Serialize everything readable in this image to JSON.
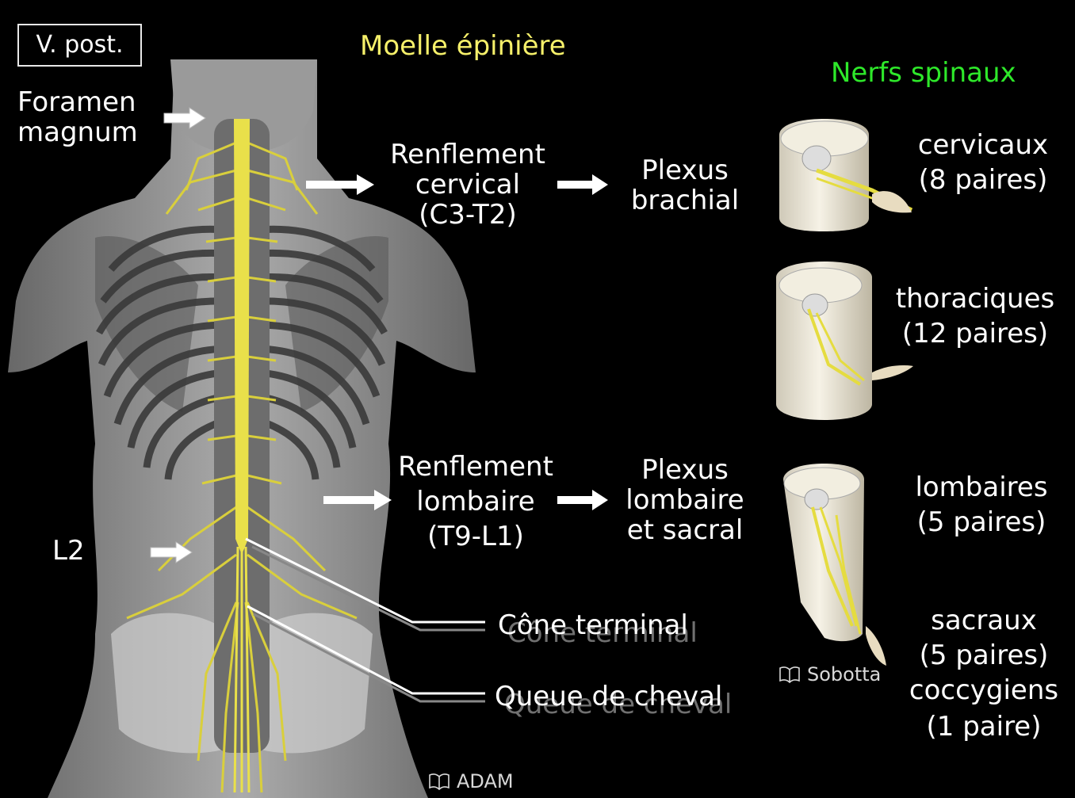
{
  "view_badge": "V. post.",
  "titles": {
    "spinal_cord": "Moelle épinière",
    "spinal_nerves": "Nerfs spinaux"
  },
  "left_labels": {
    "foramen_line1": "Foramen",
    "foramen_line2": "magnum",
    "l2": "L2"
  },
  "cervical": {
    "line1": "Renflement",
    "line2": "cervical",
    "line3": "(C3-T2)",
    "plexus_line1": "Plexus",
    "plexus_line2": "brachial"
  },
  "lumbar": {
    "line1": "Renflement",
    "line2": "lombaire",
    "line3": "(T9-L1)",
    "plexus_line1": "Plexus",
    "plexus_line2": "lombaire",
    "plexus_line3": "et sacral"
  },
  "cone": "Cône terminal",
  "cauda": "Queue de cheval",
  "nerves": {
    "cervical_name": "cervicaux",
    "cervical_count": "(8 paires)",
    "thoracic_name": "thoraciques",
    "thoracic_count": "(12 paires)",
    "lumbar_name": "lombaires",
    "lumbar_count": "(5 paires)",
    "sacral_name": "sacraux",
    "sacral_count": "(5 paires)",
    "coccygeal_name": "coccygiens",
    "coccygeal_count": "(1 paire)"
  },
  "credits": {
    "adam": "ADAM",
    "sobotta": "Sobotta"
  },
  "colors": {
    "background": "#000000",
    "cord_yellow": "#e9e04a",
    "title_yellow": "#f6f06a",
    "title_green": "#2ee82a"
  },
  "icons": {
    "arrow": "right-arrow-icon",
    "credit": "book-icon"
  }
}
